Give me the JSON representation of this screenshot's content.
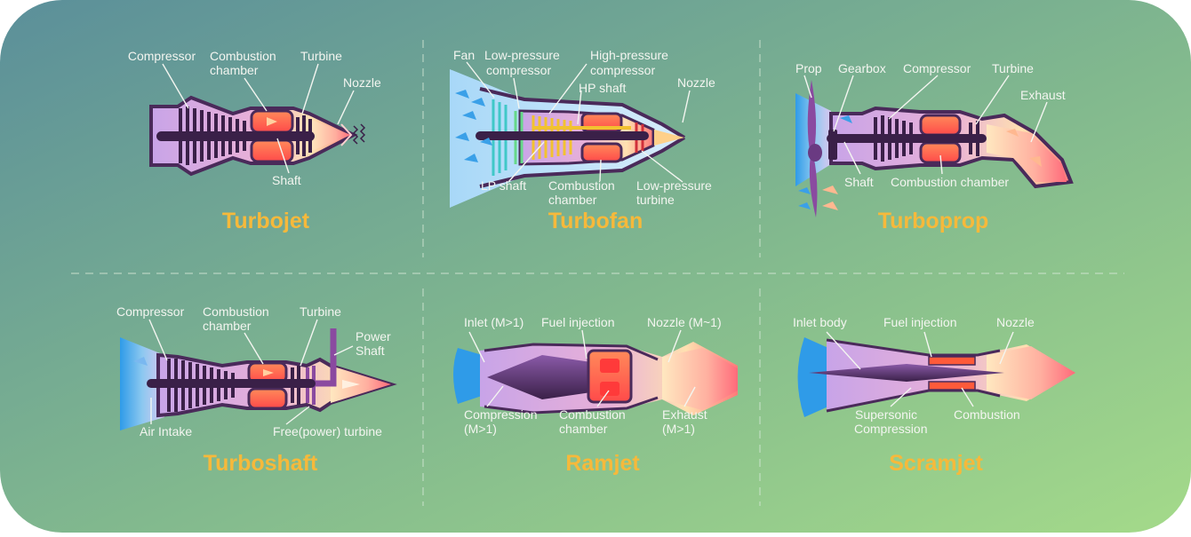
{
  "colors": {
    "bg_start": "#5e949a",
    "bg_end": "#a2d88b",
    "title": "#f6b93b",
    "label": "#f3f5f0",
    "casing": "#4a2a5a",
    "flame": "#ff5a5a",
    "inlet": "#3aa0e8"
  },
  "panels": {
    "turbojet": {
      "title": "Turbojet",
      "labels": [
        "Compressor",
        "Combustion",
        "chamber",
        "Turbine",
        "Nozzle",
        "Shaft"
      ]
    },
    "turbofan": {
      "title": "Turbofan",
      "labels": [
        "Fan",
        "Low-pressure",
        "compressor",
        "High-pressure",
        "compressor",
        "HP shaft",
        "Nozzle",
        "LP shaft",
        "Combustion",
        "chamber",
        "Low-pressure",
        "turbine"
      ]
    },
    "turboprop": {
      "title": "Turboprop",
      "labels": [
        "Prop",
        "Gearbox",
        "Compressor",
        "Turbine",
        "Exhaust",
        "Shaft",
        "Combustion chamber"
      ]
    },
    "turboshaft": {
      "title": "Turboshaft",
      "labels": [
        "Compressor",
        "Combustion",
        "chamber",
        "Turbine",
        "Power",
        "Shaft",
        "Air Intake",
        "Free(power) turbine"
      ]
    },
    "ramjet": {
      "title": "Ramjet",
      "labels": [
        "Inlet (M>1)",
        "Fuel injection",
        "Nozzle (M~1)",
        "Compression",
        "(M>1)",
        "Combustion",
        "chamber",
        "Exhaust",
        "(M>1)"
      ]
    },
    "scramjet": {
      "title": "Scramjet",
      "labels": [
        "Inlet body",
        "Fuel injection",
        "Nozzle",
        "Supersonic",
        "Compression",
        "Combustion"
      ]
    }
  }
}
